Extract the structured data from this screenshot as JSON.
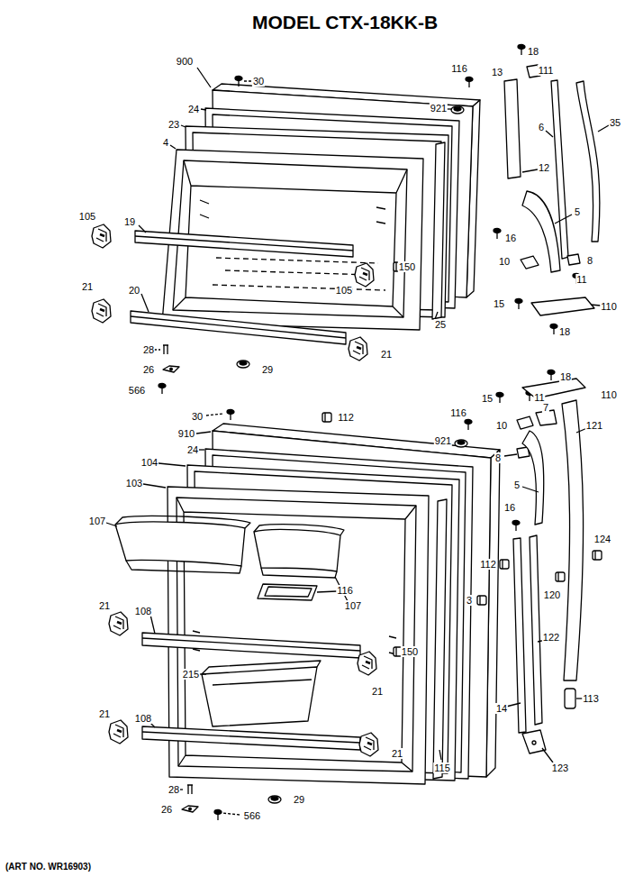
{
  "diagram": {
    "title": "MODEL CTX-18KK-B",
    "caption": "(ART NO. WR16903)",
    "labels": [
      "18",
      "900",
      "30",
      "116",
      "111",
      "13",
      "921",
      "24",
      "35",
      "23",
      "6",
      "4",
      "12",
      "5",
      "105",
      "19",
      "16",
      "10",
      "8",
      "150",
      "11",
      "21",
      "20",
      "105",
      "15",
      "110",
      "25",
      "18",
      "28",
      "21",
      "26",
      "29",
      "566",
      "18",
      "110",
      "15",
      "11",
      "7",
      "116",
      "30",
      "112",
      "121",
      "10",
      "910",
      "921",
      "24",
      "8",
      "104",
      "103",
      "5",
      "16",
      "107",
      "124",
      "112",
      "116",
      "120",
      "3",
      "107",
      "21",
      "108",
      "122",
      "150",
      "215",
      "21",
      "113",
      "14",
      "21",
      "108",
      "21",
      "123",
      "115",
      "28",
      "29",
      "26",
      "566"
    ]
  }
}
